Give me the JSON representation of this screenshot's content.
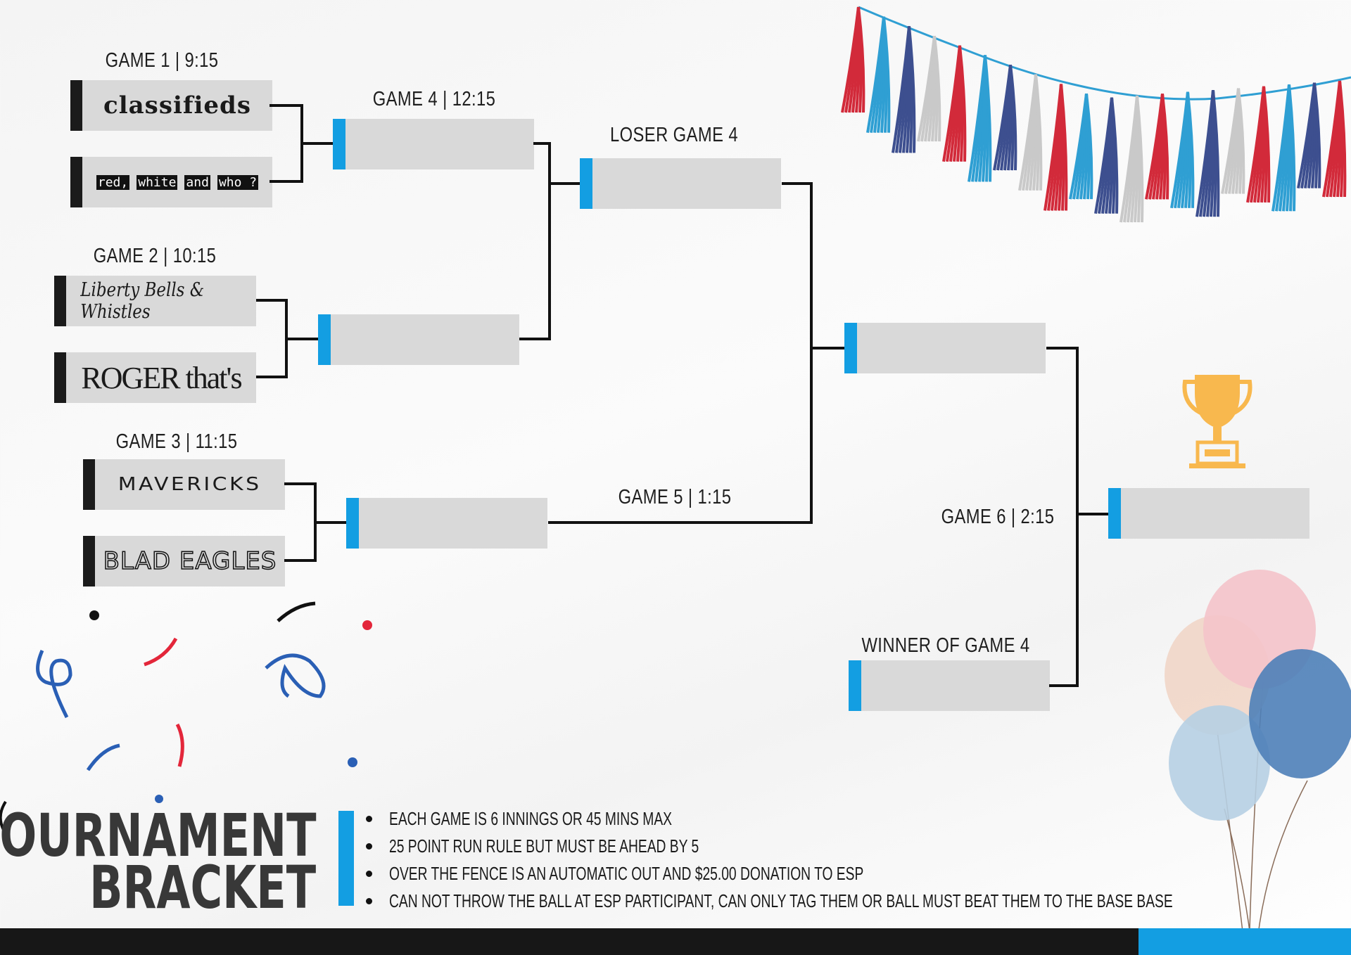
{
  "labels": {
    "game1": "GAME 1  | 9:15",
    "game2": "GAME 2 | 10:15",
    "game3": "GAME 3 | 11:15",
    "game4": "GAME 4 | 12:15",
    "loser_game4": "LOSER GAME 4",
    "game5": "GAME 5 | 1:15",
    "game6": "GAME 6 | 2:15",
    "winner_game4": "WINNER OF GAME 4"
  },
  "teams": {
    "classifieds": "classifieds",
    "red_white_who": [
      "red,",
      "white",
      "and",
      "who ?"
    ],
    "liberty": "Liberty Bells & Whistles",
    "roger": "ROGER that's",
    "mavericks": "MAVERICKS",
    "blad_eagles": "BLAD EAGLES"
  },
  "title": {
    "line1": "TOURNAMENT",
    "line2": "BRACKET"
  },
  "rules": [
    "EACH GAME IS 6 INNINGS OR 45 MINS MAX",
    "25 POINT RUN RULE BUT MUST BE AHEAD BY 5",
    "OVER THE FENCE IS AN AUTOMATIC OUT AND $25.00 DONATION TO ESP",
    "CAN NOT THROW THE BALL AT ESP PARTICIPANT, CAN ONLY TAG THEM OR BALL MUST BEAT THEM TO THE BASE BASE"
  ],
  "colors": {
    "accent": "#139ee2",
    "dark": "#171717",
    "slot": "#d9d9d9",
    "trophy": "#f8b84e",
    "tassels": [
      "#d22a3a",
      "#2f9fd3",
      "#3d4f8f",
      "#c9c9c9"
    ]
  }
}
